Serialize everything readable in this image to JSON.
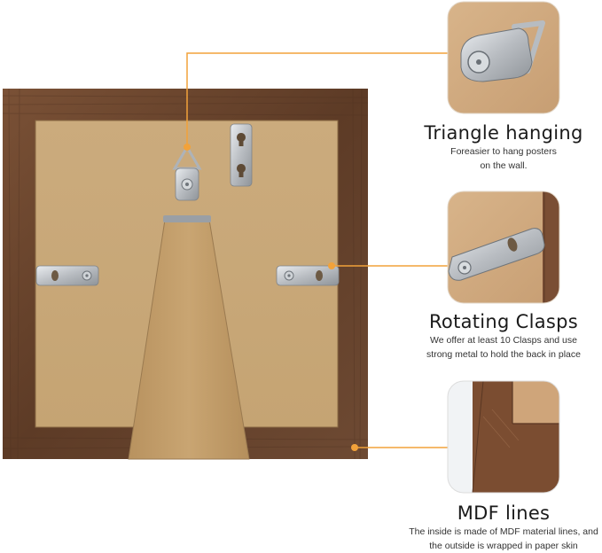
{
  "features": [
    {
      "title": "Triangle hanging",
      "description_lines": [
        "Foreasier to hang posters",
        "on the wall."
      ],
      "icon": "triangle-hanger-icon"
    },
    {
      "title": "Rotating Clasps",
      "description_lines": [
        "We offer at least 10 Clasps and use",
        "strong metal to hold the back in place"
      ],
      "icon": "rotating-clasp-icon"
    },
    {
      "title": "MDF lines",
      "description_lines": [
        "The inside is made of MDF material lines, and",
        "the outside is wrapped in paper skin"
      ],
      "icon": "frame-corner-icon"
    }
  ],
  "colors": {
    "accent": "#f2a23a",
    "frame_wood": "#6b4630",
    "backing_board": "#c8a778",
    "stand": "#c29e6c",
    "metal": "#c9ccd0"
  }
}
